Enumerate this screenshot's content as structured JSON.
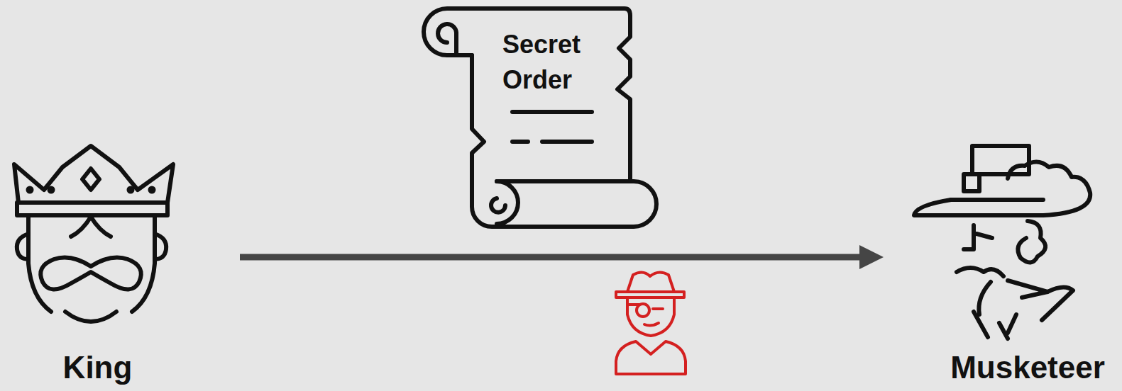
{
  "diagram": {
    "nodes": [
      {
        "text": [
          "King"
        ]
      },
      {
        "text": [
          "Secret Order"
        ]
      },
      {
        "text": [
          "Musketeer"
        ]
      }
    ],
    "edges": [
      {
        "from": 0,
        "to": 2,
        "arrow": "to"
      }
    ]
  }
}
